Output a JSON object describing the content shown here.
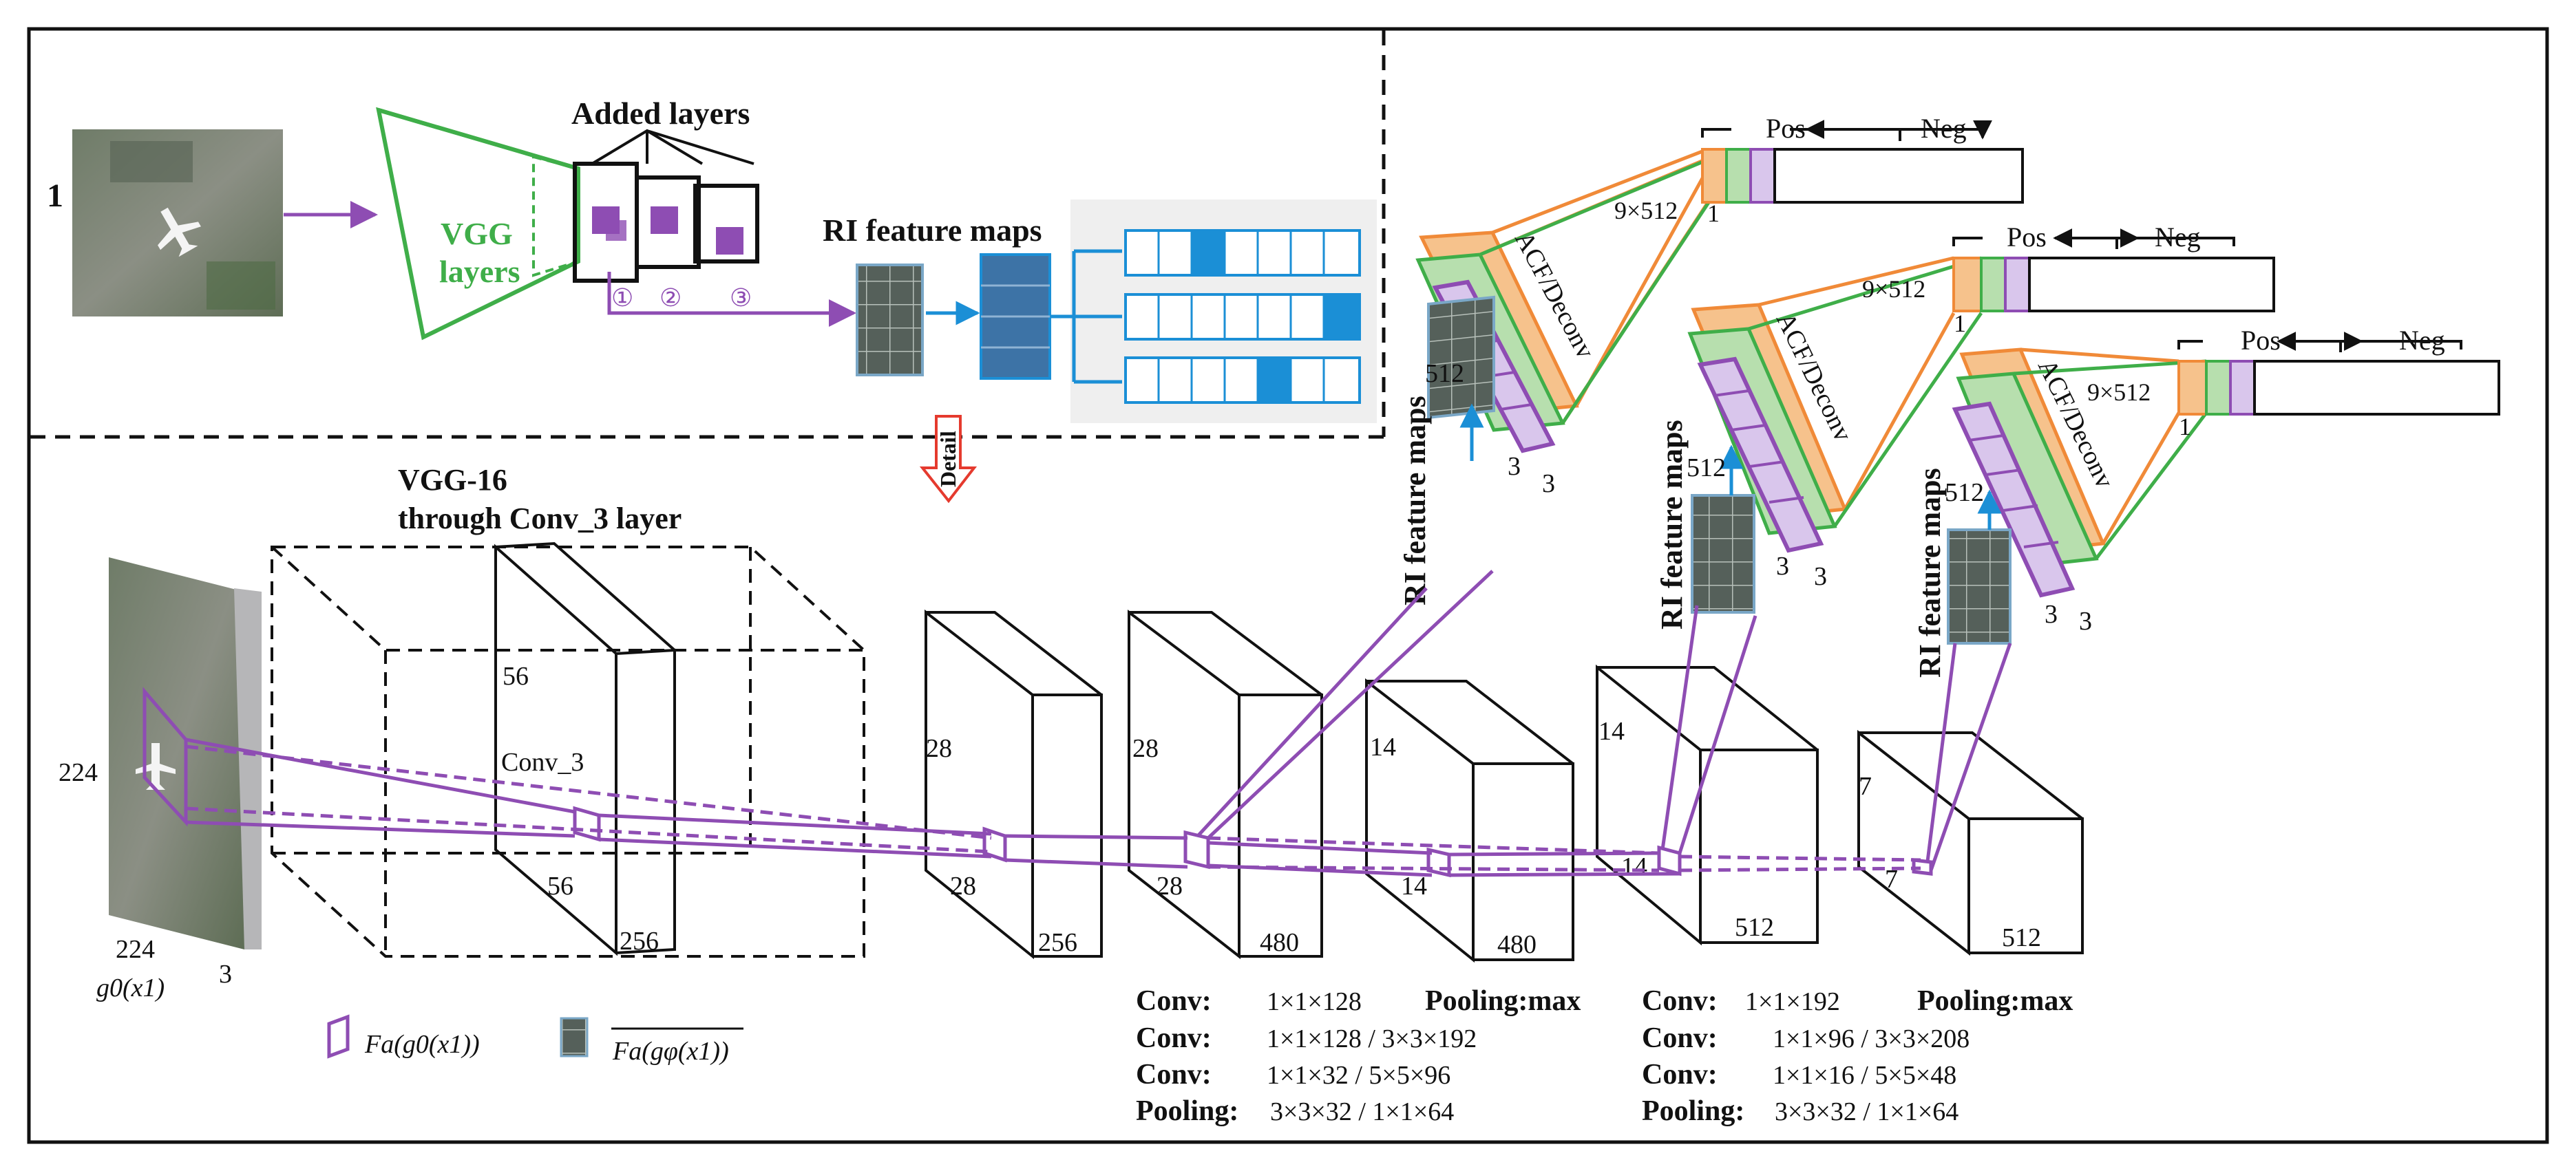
{
  "colors": {
    "purple": "#8e4db3",
    "green": "#3fae49",
    "orange": "#f08a38",
    "blue": "#1b8fd6",
    "lightpurple": "#d9c6ec",
    "lightgreen": "#b7dfae",
    "lightorange": "#f6c28c"
  },
  "top": {
    "step_number": "1",
    "added_layers": "Added layers",
    "vgg_layers_line1": "VGG",
    "vgg_layers_line2": "layers",
    "circle_labels": [
      "①",
      "②",
      "③"
    ],
    "ri_feature_maps": "RI feature maps",
    "detail_label": "Detail"
  },
  "right": {
    "heads": [
      {
        "pos": "Pos",
        "neg": "Neg",
        "dim": "9×512",
        "one": "1",
        "side": "512",
        "k1": "3",
        "k2": "3",
        "acf": "ACF/Deconv",
        "ri": "RI feature maps"
      },
      {
        "pos": "Pos",
        "neg": "Neg",
        "dim": "9×512",
        "one": "1",
        "side": "512",
        "k1": "3",
        "k2": "3",
        "acf": "ACF/Deconv",
        "ri": "RI feature maps"
      },
      {
        "pos": "Pos",
        "neg": "Neg",
        "dim": "9×512",
        "one": "1",
        "side": "512",
        "k1": "3",
        "k2": "3",
        "acf": "ACF/Deconv",
        "ri": "RI feature maps"
      }
    ]
  },
  "bottom": {
    "vgg_title_line1": "VGG-16",
    "vgg_title_line2": "through Conv_3 layer",
    "input": {
      "h": "224",
      "w": "224",
      "c": "3",
      "label": "g0(x1)"
    },
    "block1": {
      "h": "56",
      "w": "56",
      "c": "256",
      "conv": "Conv_3"
    },
    "block2": {
      "h": "28",
      "w": "28",
      "c": "256"
    },
    "block3": {
      "h": "28",
      "w": "28",
      "c": "480"
    },
    "block4": {
      "h": "14",
      "w": "14",
      "c": "480"
    },
    "block5": {
      "h": "14",
      "w": "14",
      "c": "512"
    },
    "block6": {
      "h": "7",
      "w": "7",
      "c": "512"
    }
  },
  "legend": {
    "item1": "Fa(g0(x1))",
    "item2": "Fa(gφ(x1))"
  },
  "spec_left": {
    "rows": [
      {
        "label": "Conv:",
        "value": "1×1×128",
        "extra_label": "Pooling:max"
      },
      {
        "label": "Conv:",
        "value": "1×1×128 / 3×3×192"
      },
      {
        "label": "Conv:",
        "value": "1×1×32 / 5×5×96"
      },
      {
        "label": "Pooling:",
        "value": "3×3×32 / 1×1×64"
      }
    ]
  },
  "spec_right": {
    "rows": [
      {
        "label": "Conv:",
        "value": "1×1×192",
        "extra_label": "Pooling:max"
      },
      {
        "label": "Conv:",
        "value": "1×1×96 / 3×3×208"
      },
      {
        "label": "Conv:",
        "value": "1×1×16 / 5×5×48"
      },
      {
        "label": "Pooling:",
        "value": "3×3×32 / 1×1×64"
      }
    ]
  }
}
